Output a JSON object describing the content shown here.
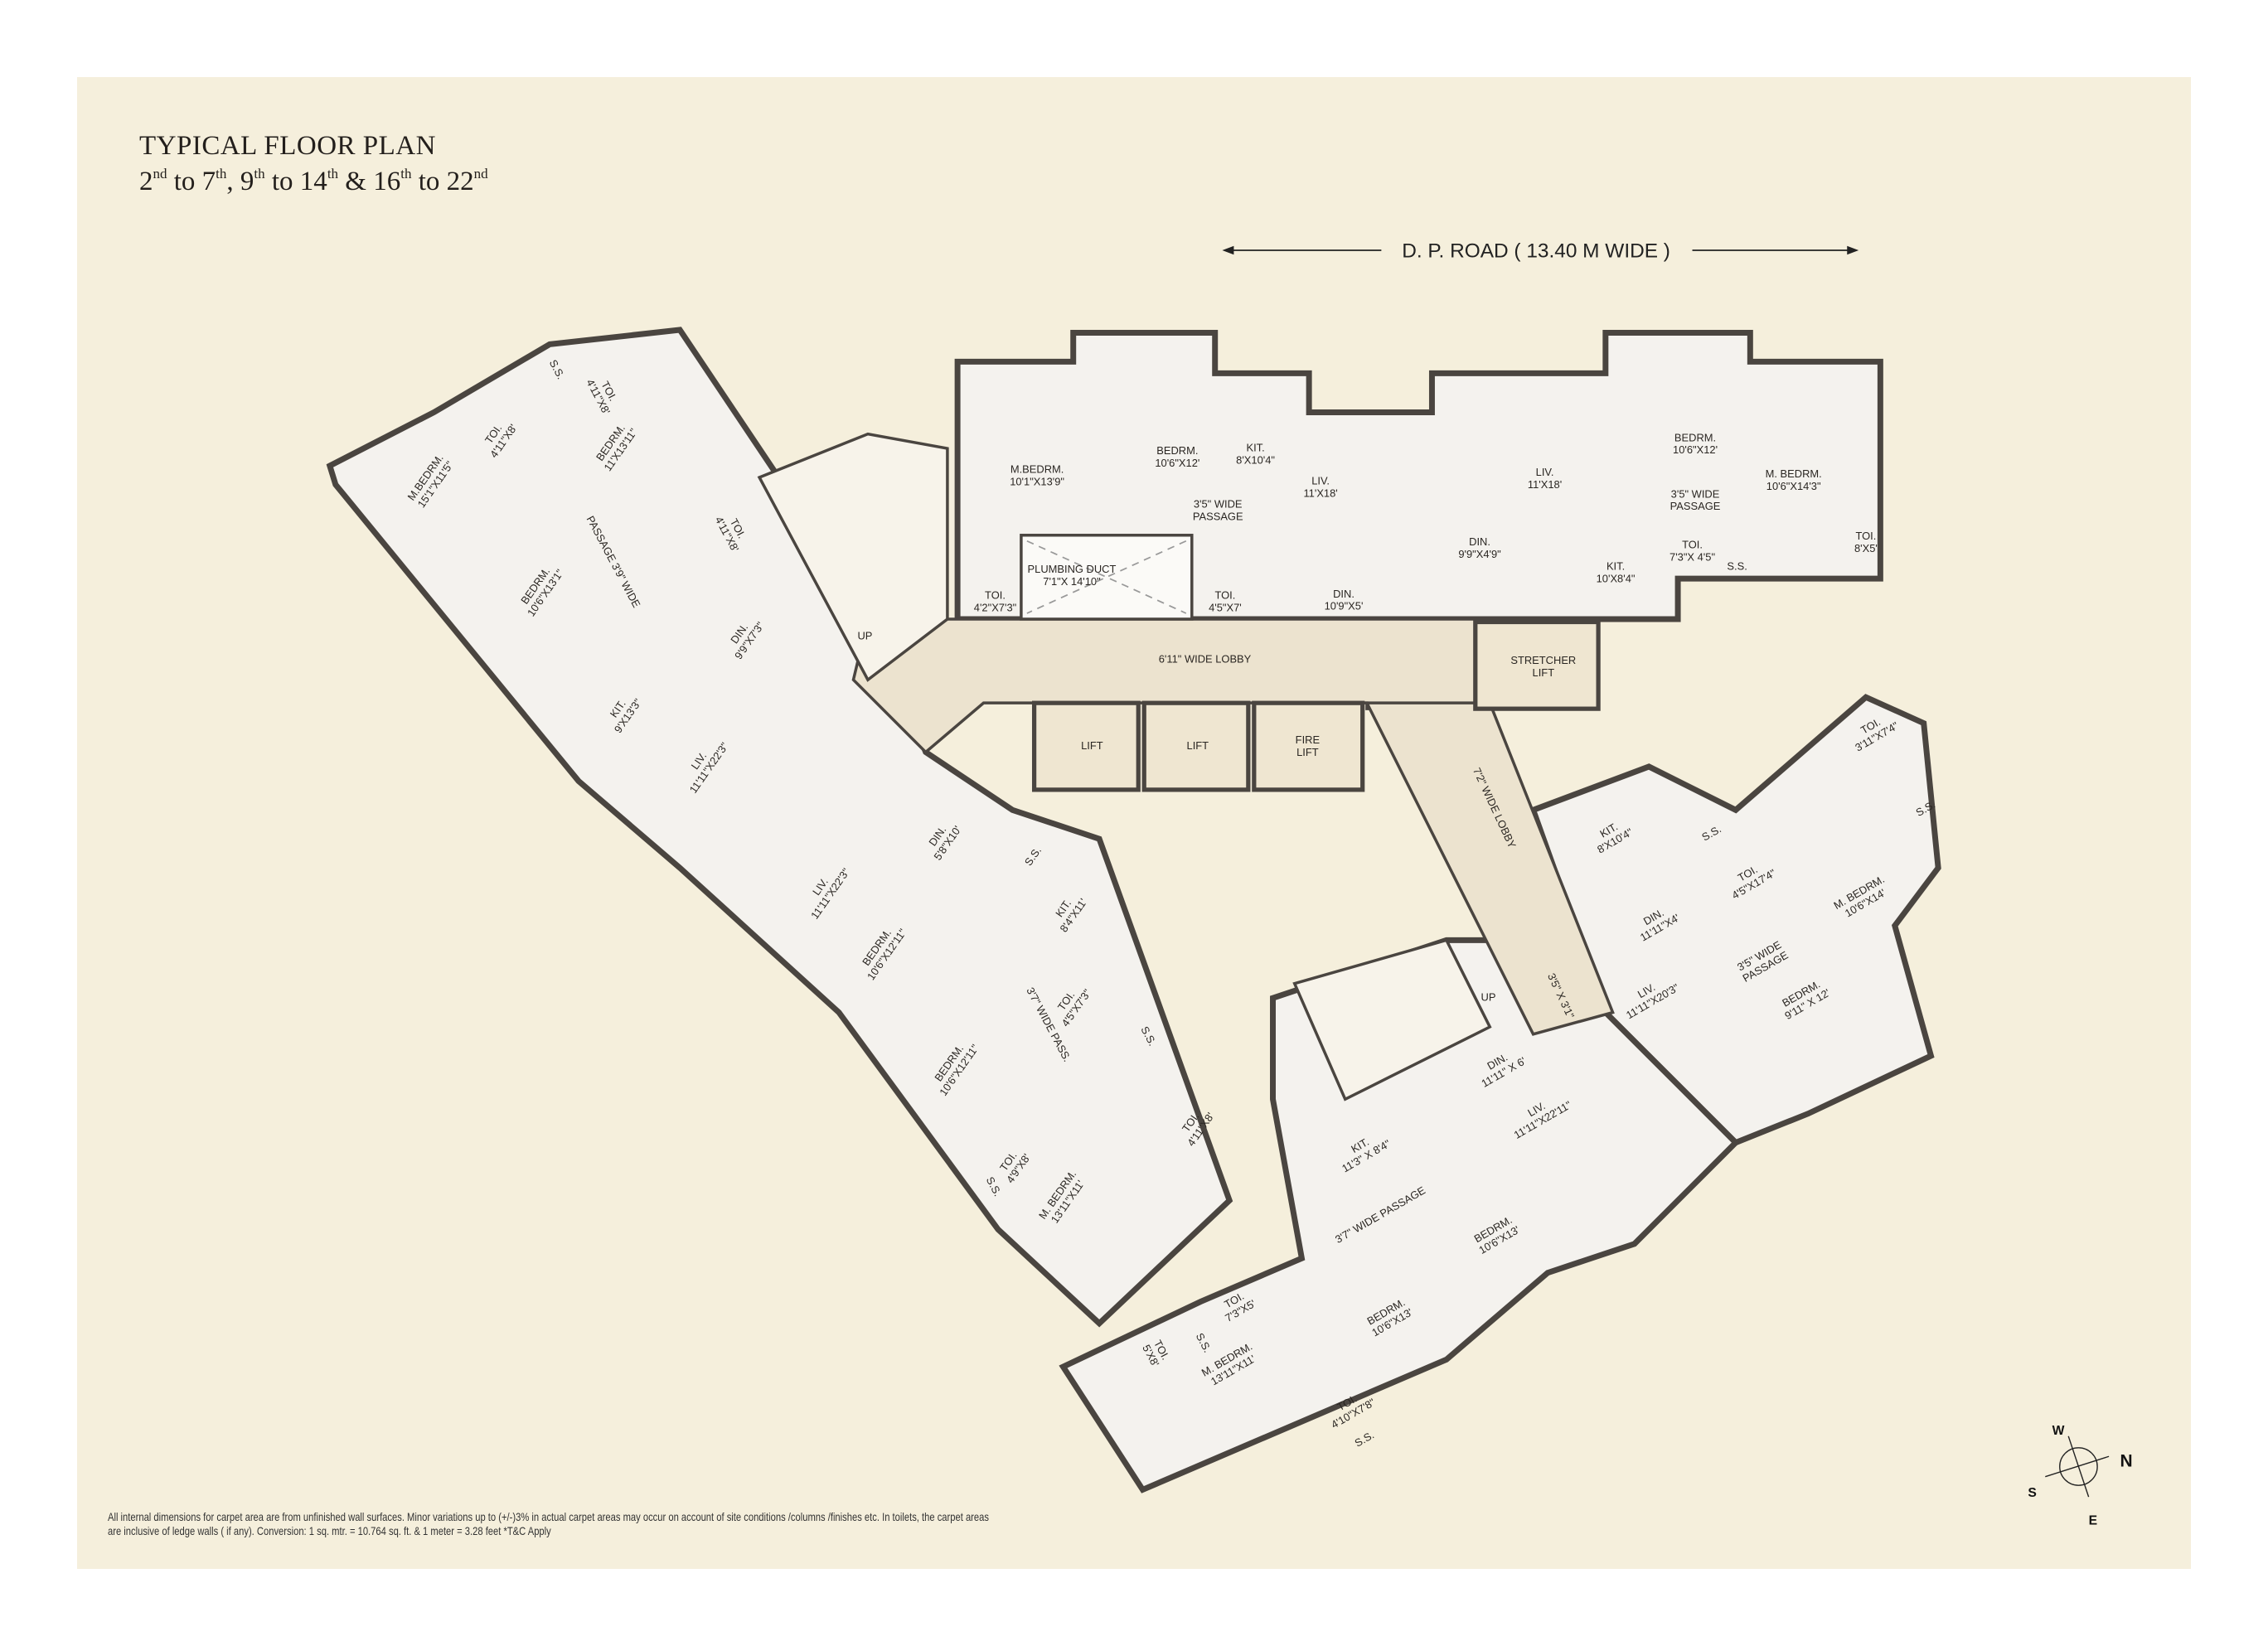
{
  "title": "TYPICAL FLOOR PLAN",
  "subtitle_parts": [
    "2",
    "nd",
    " to 7",
    "th",
    ", 9",
    "th",
    " to 14",
    "th",
    " & 16",
    "th",
    " to 22",
    "nd"
  ],
  "road": "D. P. ROAD ( 13.40 M WIDE )",
  "compass": {
    "w": "W",
    "n": "N",
    "s": "S",
    "e": "E"
  },
  "colors": {
    "background": "#f5efdc",
    "floor": "#f4f2ee",
    "walls": "#4a4540",
    "lobby": "#ece3cf"
  },
  "rooms": [
    {
      "name": "M.BEDRM.",
      "size": "10'1\"X13'9\""
    },
    {
      "name": "BEDRM.",
      "size": "10'6\"X12'"
    },
    {
      "name": "KIT.",
      "size": "8'X10'4\""
    },
    {
      "name": "3'5\" WIDE",
      "size": "PASSAGE"
    },
    {
      "name": "LIV.",
      "size": "11'X18'"
    },
    {
      "name": "PLUMBING DUCT",
      "size": "7'1\"X 14'10\""
    },
    {
      "name": "TOI.",
      "size": "4'2\"X7'3\""
    },
    {
      "name": "TOI.",
      "size": "4'5\"X7'"
    },
    {
      "name": "DIN.",
      "size": "10'9\"X5'"
    },
    {
      "name": "LIV.",
      "size": "11'X18'"
    },
    {
      "name": "DIN.",
      "size": "9'9\"X4'9\""
    },
    {
      "name": "BEDRM.",
      "size": "10'6\"X12'"
    },
    {
      "name": "M. BEDRM.",
      "size": "10'6\"X14'3\""
    },
    {
      "name": "3'5\" WIDE",
      "size": "PASSAGE"
    },
    {
      "name": "KIT.",
      "size": "10'X8'4\""
    },
    {
      "name": "TOI.",
      "size": "7'3\"X 4'5\""
    },
    {
      "name": "S.S.",
      "size": ""
    },
    {
      "name": "TOI.",
      "size": "8'X5'"
    },
    {
      "name": "6'11\" WIDE LOBBY",
      "size": ""
    },
    {
      "name": "STRETCHER",
      "size": "LIFT"
    },
    {
      "name": "LIFT",
      "size": ""
    },
    {
      "name": "LIFT",
      "size": ""
    },
    {
      "name": "FIRE",
      "size": "LIFT"
    },
    {
      "name": "7'2\" WIDE LOBBY",
      "size": ""
    },
    {
      "name": "UP",
      "size": ""
    },
    {
      "name": "UP",
      "size": ""
    },
    {
      "name": "S.S.",
      "size": ""
    },
    {
      "name": "TOI.",
      "size": "4'11\"X8'"
    },
    {
      "name": "TOI.",
      "size": "4'11\"X8'"
    },
    {
      "name": "M.BEDRM.",
      "size": "15'1\"X11'5\""
    },
    {
      "name": "BEDRM.",
      "size": "11'X13'11\""
    },
    {
      "name": "TOI.",
      "size": "4'11\"X8'"
    },
    {
      "name": "PASSAGE 3'9\" WIDE",
      "size": ""
    },
    {
      "name": "BEDRM.",
      "size": "10'6\"X13'1\""
    },
    {
      "name": "DIN.",
      "size": "9'9\"X7'3\""
    },
    {
      "name": "KIT.",
      "size": "9'X13'3\""
    },
    {
      "name": "LIV.",
      "size": "11'11\"X22'3\""
    },
    {
      "name": "LIV.",
      "size": "11'11\"X22'3\""
    },
    {
      "name": "DIN.",
      "size": "5'8\"X10'"
    },
    {
      "name": "S.S.",
      "size": ""
    },
    {
      "name": "KIT.",
      "size": "8'4\"X11'"
    },
    {
      "name": "BEDRM.",
      "size": "10'6\"X12'11\""
    },
    {
      "name": "TOI.",
      "size": "4'5\"X7'3\""
    },
    {
      "name": "3'7\" WIDE PASS.",
      "size": ""
    },
    {
      "name": "S.S.",
      "size": ""
    },
    {
      "name": "BEDRM.",
      "size": "10'6\"X12'11\""
    },
    {
      "name": "TOI.",
      "size": "4'11\"X8'"
    },
    {
      "name": "TOI.",
      "size": "4'9\"X8'"
    },
    {
      "name": "S.S.",
      "size": ""
    },
    {
      "name": "M. BEDRM.",
      "size": "13'11\"X11'"
    },
    {
      "name": "TOI.",
      "size": "3'11\"X7'4\""
    },
    {
      "name": "S.S.",
      "size": ""
    },
    {
      "name": "S.S.",
      "size": ""
    },
    {
      "name": "KIT.",
      "size": "8'X10'4\""
    },
    {
      "name": "TOI.",
      "size": "4'5\"X17'4\""
    },
    {
      "name": "M. BEDRM.",
      "size": "10'6\"X14'"
    },
    {
      "name": "DIN.",
      "size": "11'11\"X4'"
    },
    {
      "name": "3'5\" WIDE",
      "size": "PASSAGE"
    },
    {
      "name": "3'5\" X 3'1\"",
      "size": ""
    },
    {
      "name": "LIV.",
      "size": "11'11\"X20'3\""
    },
    {
      "name": "BEDRM.",
      "size": "9'11\" X 12'"
    },
    {
      "name": "DIN.",
      "size": "11'11\" X 6'"
    },
    {
      "name": "LIV.",
      "size": "11'11\"X22'11\""
    },
    {
      "name": "KIT.",
      "size": "11'3\" X 8'4\""
    },
    {
      "name": "3'7\" WIDE PASSAGE",
      "size": ""
    },
    {
      "name": "BEDRM.",
      "size": "10'6\"X13'"
    },
    {
      "name": "TOI.",
      "size": "7'3\"X5'"
    },
    {
      "name": "BEDRM.",
      "size": "10'6\"X13'"
    },
    {
      "name": "S.S.",
      "size": ""
    },
    {
      "name": "TOI.",
      "size": "5'X8'"
    },
    {
      "name": "M. BEDRM.",
      "size": "13'11\"X11'"
    },
    {
      "name": "TOI.",
      "size": "4'10\"X7'8\""
    },
    {
      "name": "S.S.",
      "size": ""
    }
  ],
  "footnote": [
    "All internal dimensions for carpet area are from unfinished wall surfaces. Minor variations up to (+/-)3% in actual carpet areas may occur on account of site conditions /columns /finishes etc. In toilets, the carpet areas",
    "are inclusive of ledge walls ( if any). Conversion: 1 sq. mtr. = 10.764 sq. ft. & 1 meter = 3.28 feet *T&C Apply"
  ]
}
